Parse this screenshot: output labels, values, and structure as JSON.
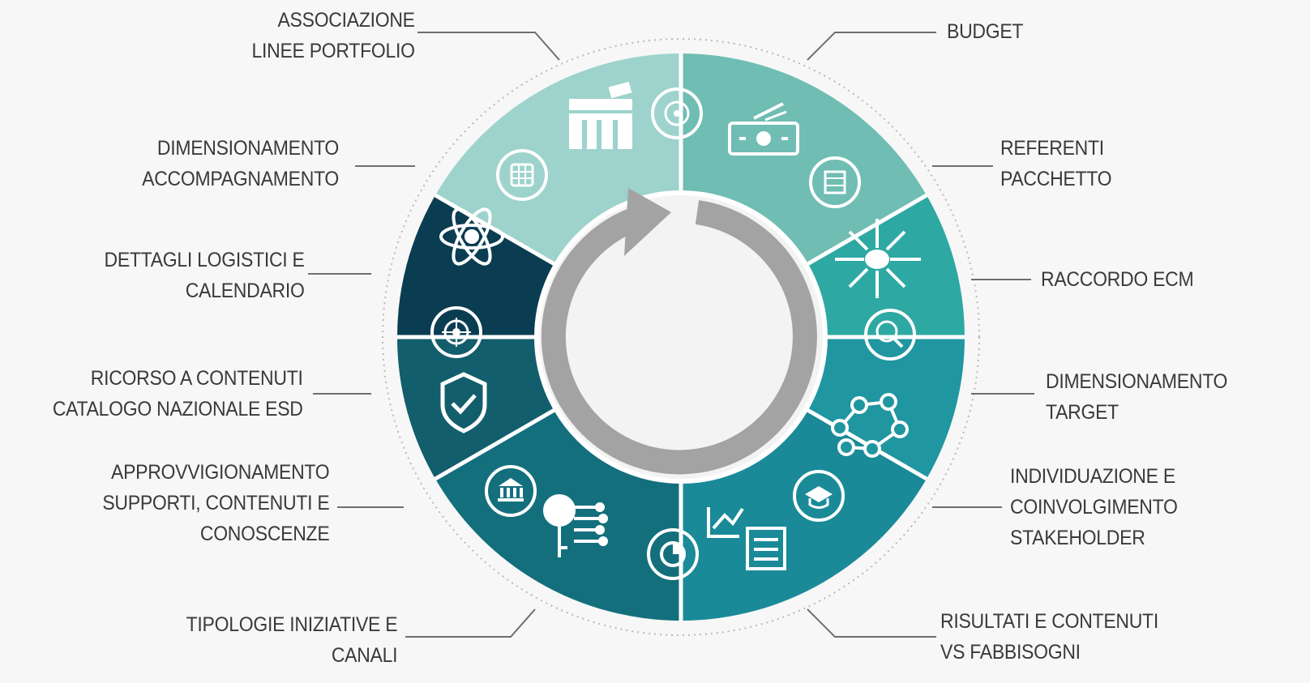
{
  "diagram": {
    "segments": [
      {
        "id": "associazione-linee-portfolio",
        "lines": [
          "ASSOCIAZIONE",
          "LINEE PORTFOLIO"
        ],
        "color": "#9dd3cc",
        "icon": "shelves-icon",
        "badge": "gear-wheel-icon"
      },
      {
        "id": "budget",
        "lines": [
          "BUDGET"
        ],
        "color": "#6fbdb3",
        "icon": "money-icon",
        "badge": "abacus-icon"
      },
      {
        "id": "referenti-pacchetto",
        "lines": [
          "REFERENTI",
          "PACCHETTO"
        ],
        "color": "#2ea8a2",
        "icon": "network-arrows-icon",
        "badge": null
      },
      {
        "id": "raccordo-ecm",
        "lines": [
          "RACCORDO ECM"
        ],
        "color": "#2ea8a2",
        "icon": null,
        "badge": "magnifier-icon"
      },
      {
        "id": "dimensionamento-target",
        "lines": [
          "DIMENSIONAMENTO",
          "TARGET"
        ],
        "color": "#1f96a0",
        "icon": "people-network-icon",
        "badge": "graduation-cap-icon"
      },
      {
        "id": "individuazione-stakeholder",
        "lines": [
          "INDIVIDUAZIONE E",
          "COINVOLGIMENTO",
          "STAKEHOLDER"
        ],
        "color": "#1f96a0",
        "icon": null,
        "badge": null
      },
      {
        "id": "risultati-contenuti",
        "lines": [
          "RISULTATI E CONTENUTI",
          "VS FABBISOGNI"
        ],
        "color": "#1a8a98",
        "icon": "chart-document-icon",
        "badge": "pie-chart-icon"
      },
      {
        "id": "tipologie-iniziative",
        "lines": [
          "TIPOLOGIE INIZIATIVE E",
          "CANALI"
        ],
        "color": "#146f7d",
        "icon": "key-circuit-icon",
        "badge": "institution-icon"
      },
      {
        "id": "approvvigionamento",
        "lines": [
          "APPROVVIGIONAMENTO",
          "SUPPORTI, CONTENUTI E",
          "CONOSCENZE"
        ],
        "color": "#146f7d",
        "icon": null,
        "badge": null
      },
      {
        "id": "ricorso-contenuti",
        "lines": [
          "RICORSO A CONTENUTI",
          "CATALOGO NAZIONALE ESD"
        ],
        "color": "#125e6c",
        "icon": "shield-check-icon",
        "badge": "target-icon"
      },
      {
        "id": "dettagli-logistici",
        "lines": [
          "DETTAGLI LOGISTICI E",
          "CALENDARIO"
        ],
        "color": "#0b3d52",
        "icon": "atom-icon",
        "badge": "calendar-grid-icon"
      },
      {
        "id": "dimensionamento-accompagnamento",
        "lines": [
          "DIMENSIONAMENTO",
          "ACCOMPAGNAMENTO"
        ],
        "color": "#0b3d52",
        "icon": null,
        "badge": null
      }
    ],
    "center": {
      "icon": "cycle-arrow-icon",
      "color": "#a3a3a3"
    },
    "leader_color": "#6e6e6e"
  }
}
